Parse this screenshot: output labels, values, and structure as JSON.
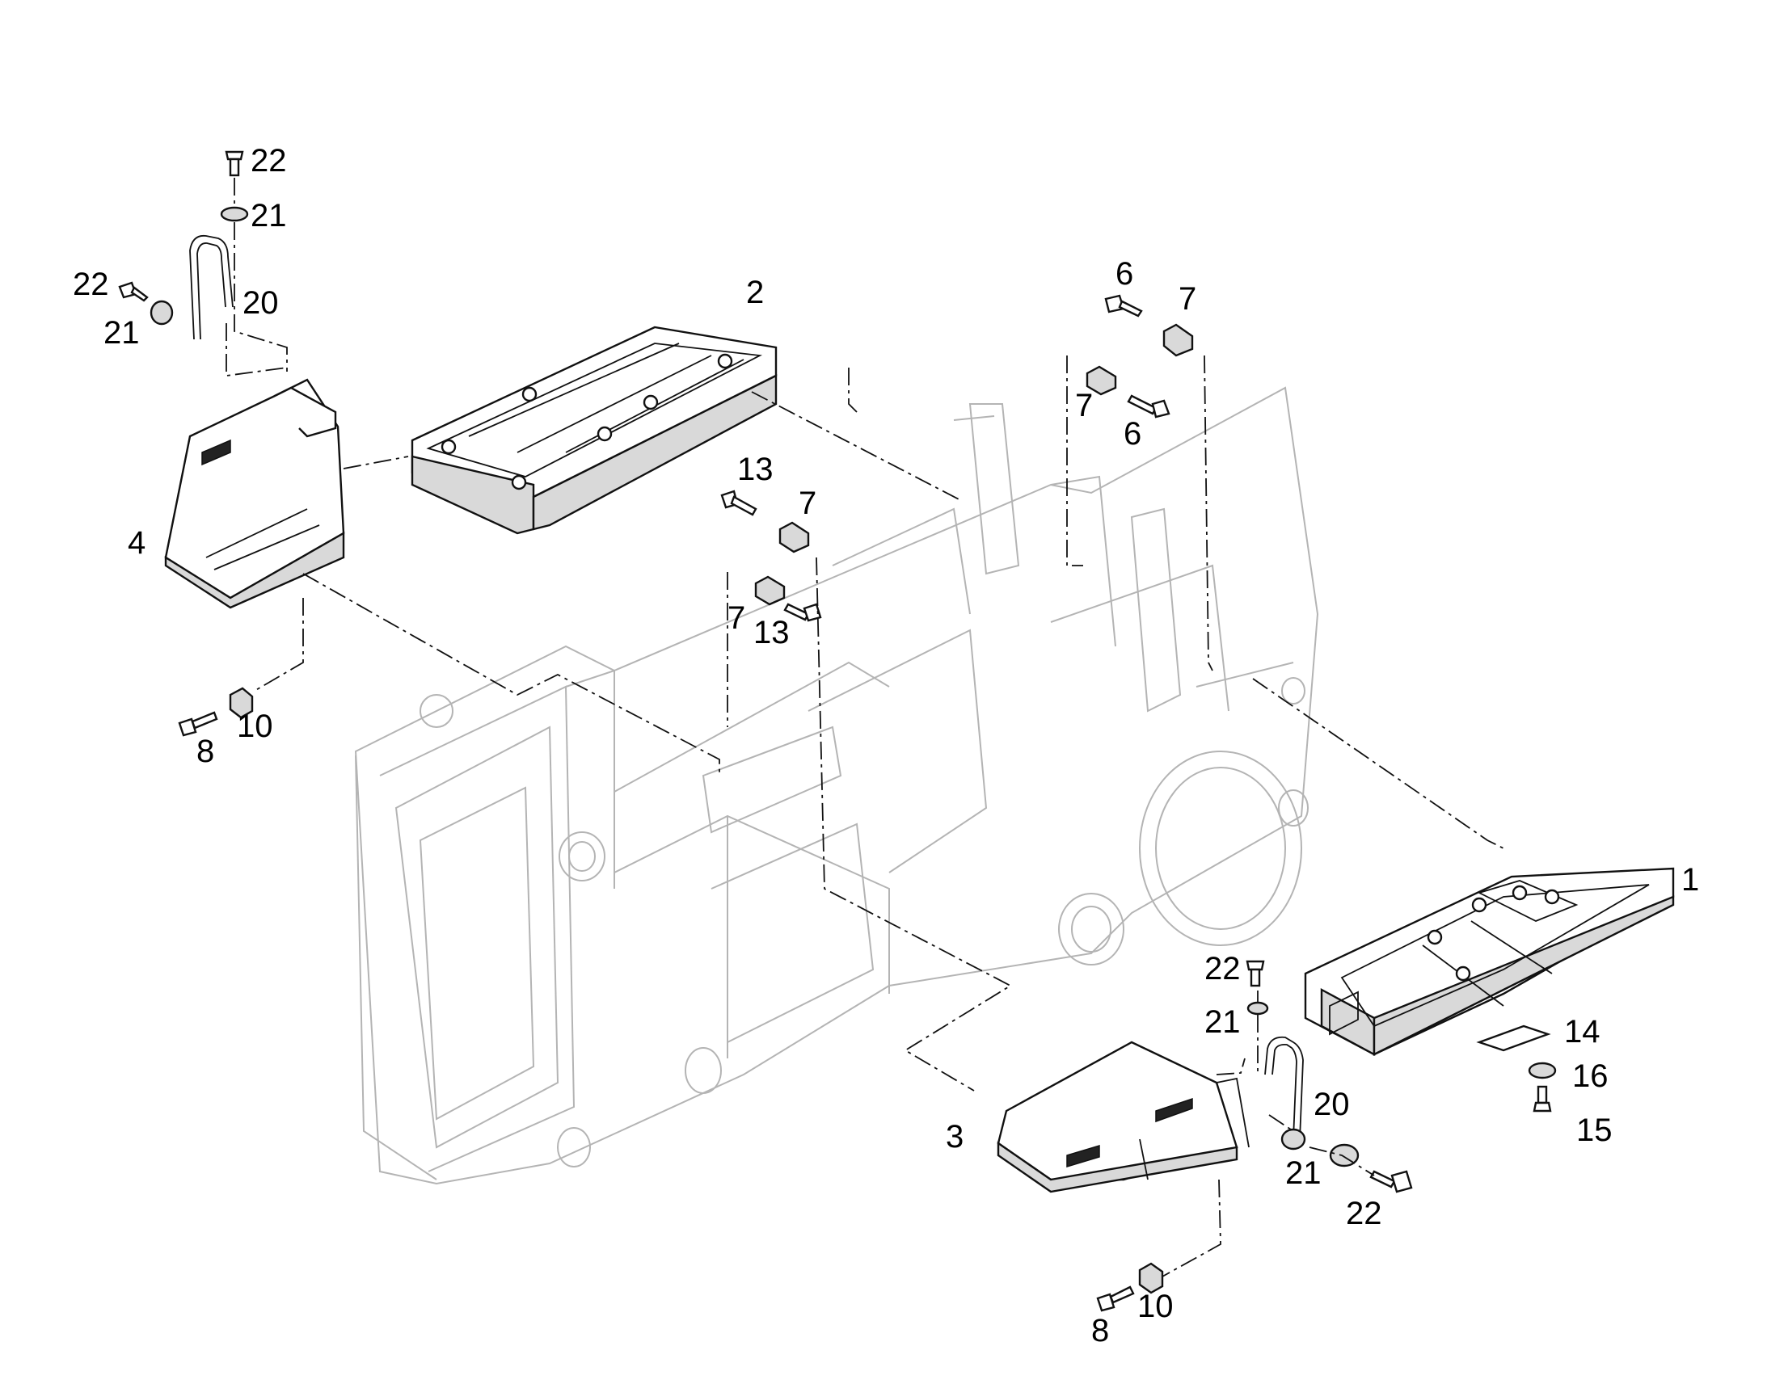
{
  "labels": {
    "p1": "1",
    "p2": "2",
    "p3": "3",
    "p4": "4",
    "p6a": "6",
    "p7a": "7",
    "p7b": "7",
    "p6b": "6",
    "p13a": "13",
    "p7c": "7",
    "p7d": "7",
    "p13b": "13",
    "p22a": "22",
    "p21a": "21",
    "p22b": "22",
    "p20a": "20",
    "p21b": "21",
    "p8a": "8",
    "p10a": "10",
    "p22c": "22",
    "p21c": "21",
    "p20b": "20",
    "p21d": "21",
    "p22d": "22",
    "p8b": "8",
    "p10b": "10",
    "p14": "14",
    "p16": "16",
    "p15": "15"
  }
}
